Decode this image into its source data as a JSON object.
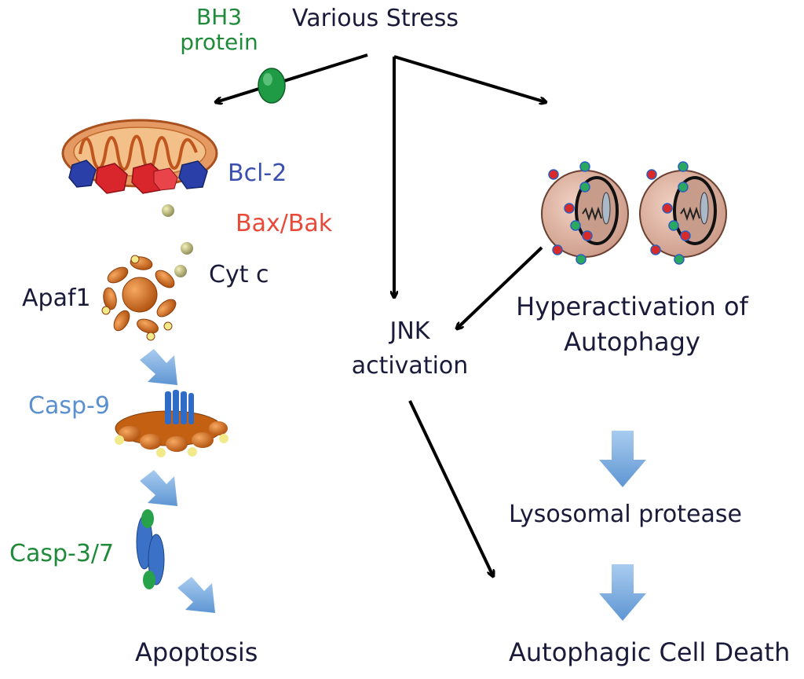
{
  "colors": {
    "text": "#1a1a3a",
    "bh3": "#1e8a3a",
    "bcl2": "#3b4fb0",
    "baxbak": "#e84a3a",
    "casp9": "#5a8fd0",
    "casp37": "#1e8a3a",
    "arrow": "#000000",
    "block_arrow": "#7aaee0"
  },
  "labels": {
    "stress": "Various Stress",
    "bh3_line1": "BH3",
    "bh3_line2": "protein",
    "bcl2": "Bcl-2",
    "baxbak": "Bax/Bak",
    "cytc": "Cyt c",
    "apaf1": "Apaf1",
    "casp9": "Casp-9",
    "casp37": "Casp-3/7",
    "apoptosis": "Apoptosis",
    "jnk_line1": "JNK",
    "jnk_line2": "activation",
    "hyper_line1": "Hyperactivation of",
    "hyper_line2": "Autophagy",
    "lysosomal": "Lysosomal protease",
    "autophagic_death": "Autophagic Cell Death"
  }
}
